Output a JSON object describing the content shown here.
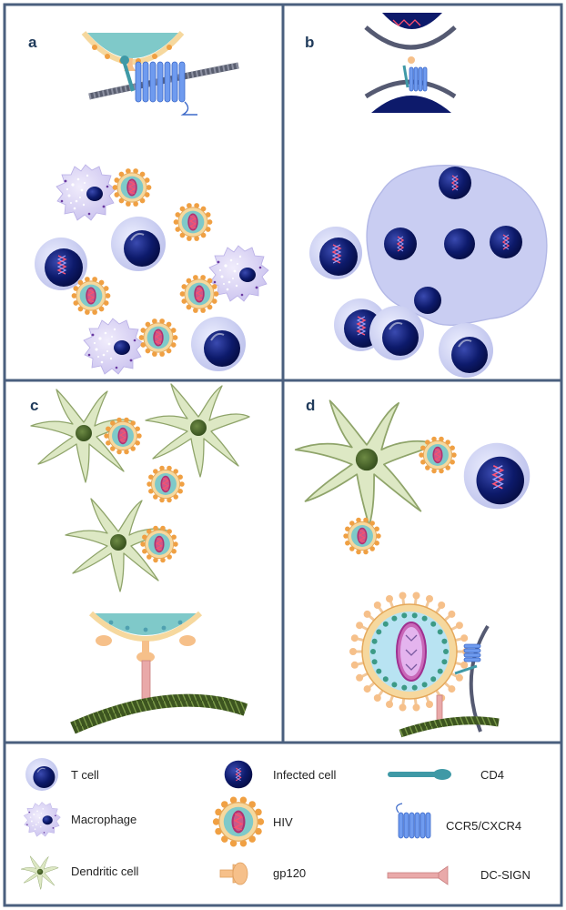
{
  "panels": {
    "a": "a",
    "b": "b",
    "c": "c",
    "d": "d"
  },
  "legend": {
    "t_cell": "T cell",
    "macrophage": "Macrophage",
    "dendritic_cell": "Dendritic cell",
    "infected_cell": "Infected cell",
    "hiv": "HIV",
    "gp120": "gp120",
    "cd4": "CD4",
    "ccr5_cxcr4": "CCR5/CXCR4",
    "dc_sign": "DC-SIGN"
  },
  "colors": {
    "frame": "#4a5f7e",
    "nucleus": "#0d1a6b",
    "t_cell_body": "#c9cdf2",
    "macrophage_body": "#d9d3f3",
    "dendritic_body": "#dde8c4",
    "dendritic_outline": "#8fa46a",
    "dendritic_nucleus": "#3e5a24",
    "virus_spike": "#f0a043",
    "virus_membrane": "#f6d89e",
    "virus_matrix": "#7fc9c9",
    "capsid": "#b03070",
    "rna": "#ff4f6d",
    "receptor": "#5b8be6",
    "cd4": "#3f99a6",
    "dc_sign": "#e9a9a9",
    "fiber": "#4f6b2a",
    "membrane": "#555a72"
  }
}
